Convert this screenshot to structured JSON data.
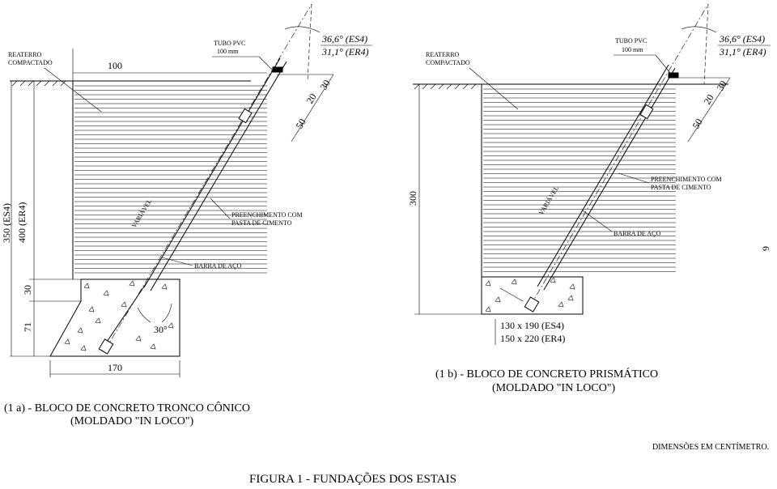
{
  "figure_title": "FIGURA 1 - FUNDAÇÕES DOS ESTAIS",
  "units_note": "DIMENSÕES EM CENTÍMETRO.",
  "page_number": "9",
  "left": {
    "caption_line1": "(1 a) - BLOCO DE CONCRETO TRONCO CÔNICO",
    "caption_line2": "(MOLDADO \"IN LOCO\")",
    "reaterro_1": "REATERRO",
    "reaterro_2": "COMPACTADO",
    "dim_top": "100",
    "tubo_1": "TUBO PVC",
    "tubo_2": "100  mm",
    "angle_es4": "36,6° (ES4)",
    "angle_er4": "31,1° (ER4)",
    "dim_50": "50",
    "dim_20": "20",
    "dim_30_top": "30",
    "variavel": "VARIÁVEL",
    "preench_1": "PREENCHIMENTO COM",
    "preench_2": "PASTA DE CIMENTO",
    "barra": "BARRA  DE  AÇO",
    "dim_350": "350 (ES4)",
    "dim_400": "400 (ER4)",
    "dim_30_side": "30",
    "dim_71": "71",
    "angle_30": "30°",
    "dim_170": "170"
  },
  "right": {
    "caption_line1": "(1 b) - BLOCO DE CONCRETO PRISMÁTICO",
    "caption_line2": "(MOLDADO \"IN LOCO\")",
    "reaterro_1": "REATERRO",
    "reaterro_2": "COMPACTADO",
    "tubo_1": "TUBO PVC",
    "tubo_2": "100  mm",
    "angle_es4": "36,6° (ES4)",
    "angle_er4": "31,1° (ER4)",
    "dim_50": "50",
    "dim_20": "20",
    "dim_30_top": "30",
    "variavel": "VARIÁVEL",
    "preench_1": "PREENCHIMENTO COM",
    "preench_2": "PASTA DE CIMENTO",
    "barra": "BARRA  DE  AÇO",
    "dim_300": "300",
    "block_es4": "130 x 190  (ES4)",
    "block_er4": "150 x 220  (ER4)"
  }
}
